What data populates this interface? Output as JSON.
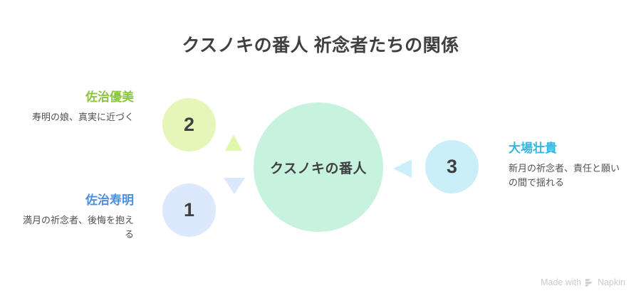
{
  "diagram": {
    "title": "クスノキの番人 祈念者たちの関係",
    "center": {
      "label": "クスノキの番人",
      "color": "#c7f2dd"
    },
    "nodes": [
      {
        "number": "1",
        "name": "佐治寿明",
        "description": "満月の祈念者、後悔を抱える",
        "circle_color": "#dce8fb",
        "title_color": "#4a90e2"
      },
      {
        "number": "2",
        "name": "佐治優美",
        "description": "寿明の娘、真実に近づく",
        "circle_color": "#e6f6b9",
        "title_color": "#8cc63e"
      },
      {
        "number": "3",
        "name": "大場壮貴",
        "description": "新月の祈念者、責任と願いの間で揺れる",
        "circle_color": "#caeff9",
        "title_color": "#35b6e0"
      }
    ],
    "connectors": [
      {
        "name": "arrow-up-green",
        "direction": "up",
        "color": "#e2f7ae"
      },
      {
        "name": "arrow-down-blue",
        "direction": "down",
        "color": "#dbe8fb"
      },
      {
        "name": "arrow-left-cyan",
        "direction": "left",
        "color": "#cdeffb"
      }
    ]
  },
  "watermark": {
    "text_prefix": "Made with",
    "brand": "Napkin"
  }
}
